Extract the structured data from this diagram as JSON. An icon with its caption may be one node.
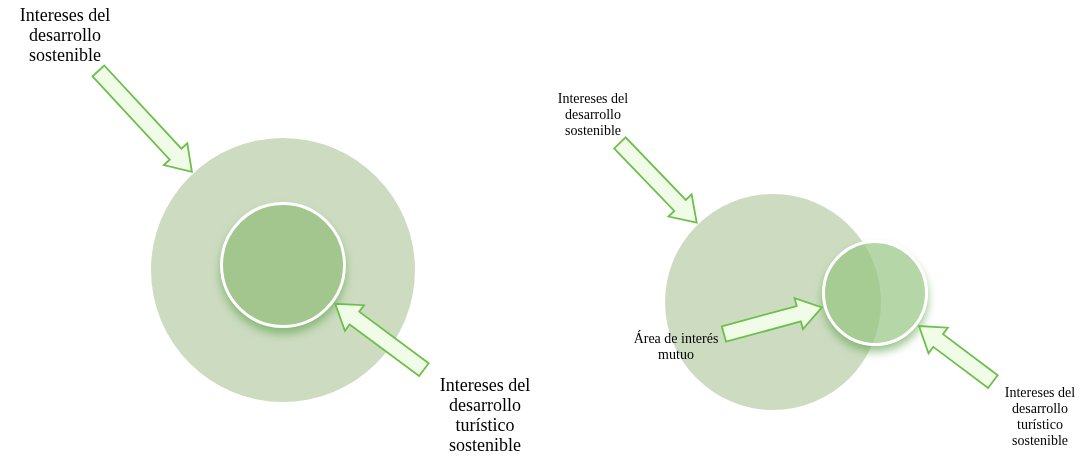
{
  "diagram": {
    "nodes": [
      {
        "text": [
          "Intereses del desarrollo sostenible"
        ]
      },
      {
        "text": [],
        "shape": "circle"
      },
      {
        "text": [],
        "shape": "circle",
        "in": 1
      },
      {
        "text": [
          "Intereses del desarrollo turístico sostenible"
        ]
      },
      {
        "text": [
          "Intereses del desarrollo sostenible"
        ]
      },
      {
        "text": [],
        "shape": "circle"
      },
      {
        "text": [],
        "shape": "circle"
      },
      {
        "text": [
          "Área de interés mutuo"
        ]
      },
      {
        "text": [
          "Intereses del desarrollo turístico sostenible"
        ]
      }
    ],
    "edges": [
      {
        "from": 0,
        "to": 1,
        "arrow": "to"
      },
      {
        "from": 3,
        "to": 2,
        "arrow": "to"
      },
      {
        "from": 4,
        "to": 5,
        "arrow": "to"
      },
      {
        "from": 7,
        "to": 6,
        "arrow": "to"
      },
      {
        "from": 8,
        "to": 6,
        "arrow": "to"
      }
    ]
  }
}
